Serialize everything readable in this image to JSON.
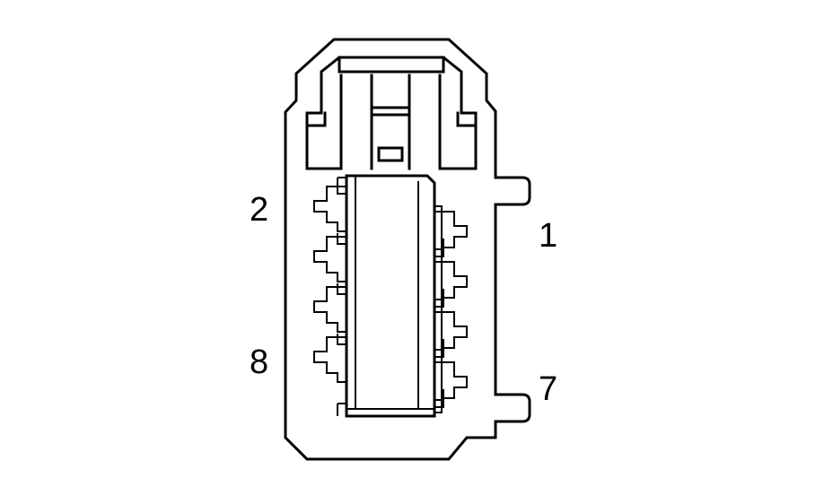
{
  "pin_labels": {
    "pin_2": "2",
    "pin_1": "1",
    "pin_8": "8",
    "pin_7": "7"
  },
  "colors": {
    "line": "#000000",
    "background": "#ffffff"
  }
}
